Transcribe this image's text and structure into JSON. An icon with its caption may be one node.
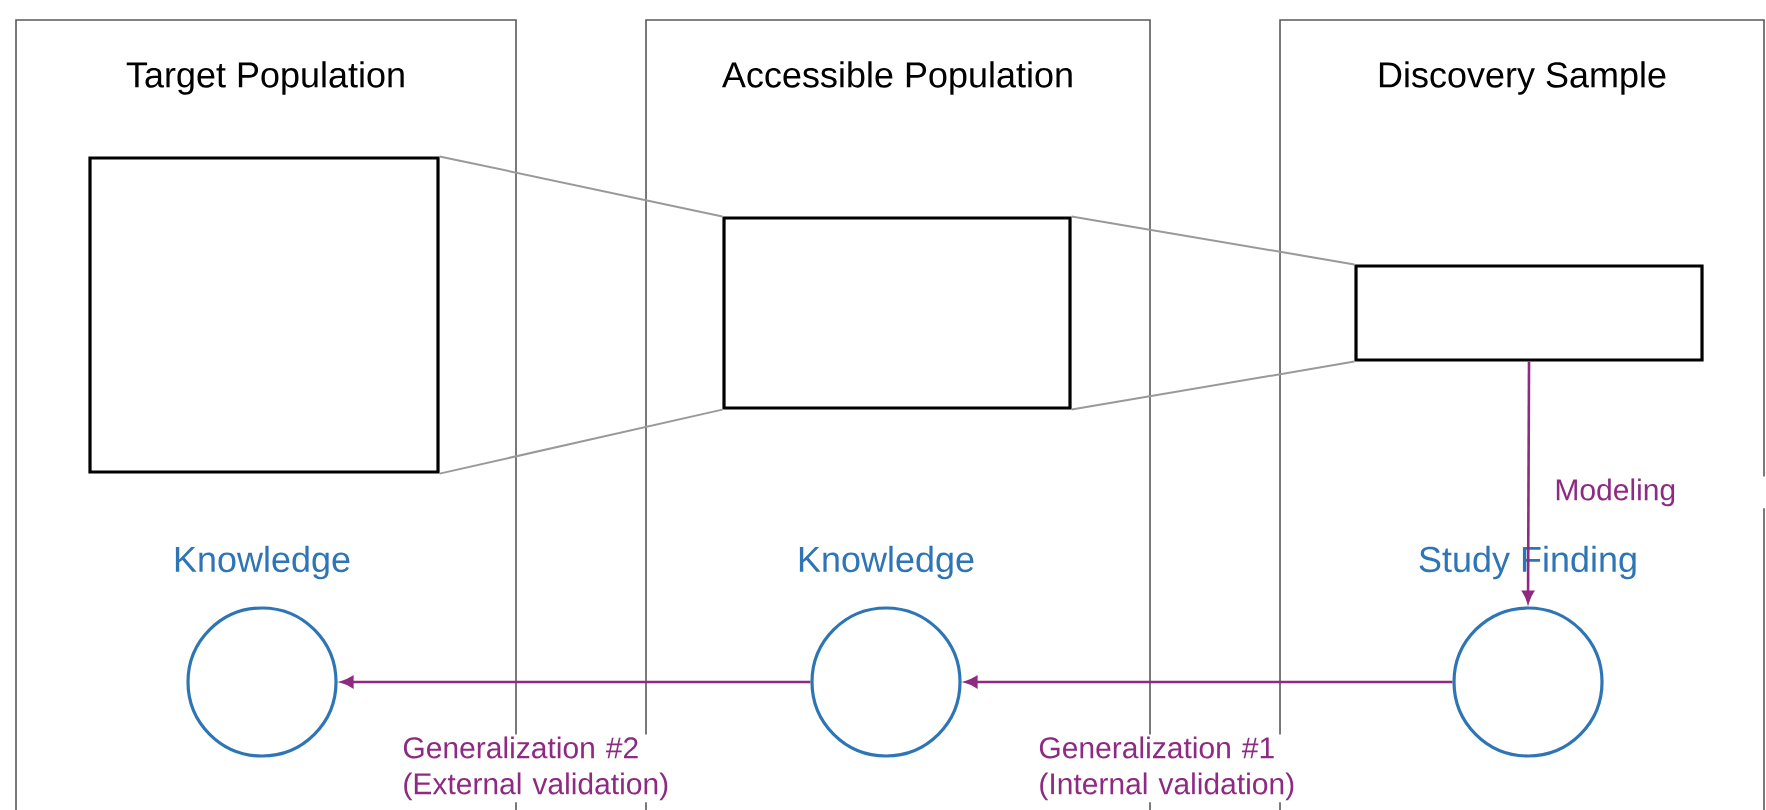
{
  "diagram": {
    "nodes": [
      {
        "text": [
          "Target Population"
        ]
      },
      {
        "text": [],
        "shape": "box",
        "in": 0
      },
      {
        "text": [
          "Knowledge"
        ],
        "in": 0
      },
      {
        "text": [
          "Accessible Population"
        ]
      },
      {
        "text": [],
        "shape": "box",
        "in": 3
      },
      {
        "text": [
          "Knowledge"
        ],
        "in": 3
      },
      {
        "text": [
          "Discovery Sample"
        ]
      },
      {
        "text": [],
        "shape": "box",
        "in": 6
      },
      {
        "text": [
          "Study Finding"
        ],
        "in": 6
      }
    ],
    "edges": [
      {
        "from": 1,
        "to": 4,
        "arrow": "none"
      },
      {
        "from": 1,
        "to": 4,
        "arrow": "none"
      },
      {
        "from": 4,
        "to": 7,
        "arrow": "none"
      },
      {
        "from": 4,
        "to": 7,
        "arrow": "none"
      },
      {
        "from": 7,
        "to": 8,
        "arrow": "to",
        "label": "Modeling",
        "color": "#8e2a82"
      },
      {
        "from": 8,
        "to": 5,
        "arrow": "to",
        "label": "Generalization #1 (Internal validation)",
        "color": "#8e2a82"
      },
      {
        "from": 5,
        "to": 2,
        "arrow": "to",
        "label": "Generalization #2 (External validation)",
        "color": "#8e2a82"
      }
    ]
  }
}
